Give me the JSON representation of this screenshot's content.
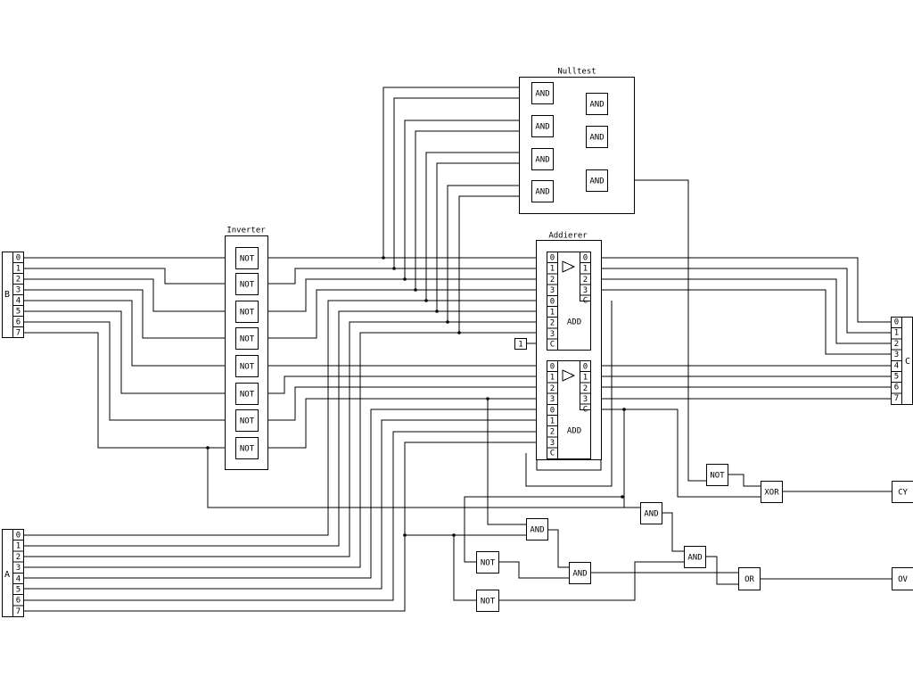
{
  "blocks": {
    "inverter": "Inverter",
    "nulltest": "Nulltest",
    "addierer": "Addierer"
  },
  "ports": {
    "b": {
      "label": "B",
      "pins": [
        "0",
        "1",
        "2",
        "3",
        "4",
        "5",
        "6",
        "7"
      ]
    },
    "a": {
      "label": "A",
      "pins": [
        "0",
        "1",
        "2",
        "3",
        "4",
        "5",
        "6",
        "7"
      ]
    },
    "c": {
      "label": "C",
      "pins": [
        "0",
        "1",
        "2",
        "3",
        "4",
        "5",
        "6",
        "7"
      ]
    }
  },
  "gates": {
    "not": "NOT",
    "and": "AND",
    "or": "OR",
    "xor": "XOR"
  },
  "adder": {
    "label": "ADD",
    "in_pins": [
      "0",
      "1",
      "2",
      "3"
    ],
    "out_pins": [
      "0",
      "1",
      "2",
      "3"
    ],
    "carry_pin": "C"
  },
  "constant_one": "1",
  "outputs": {
    "cy": "CY",
    "ov": "OV"
  }
}
